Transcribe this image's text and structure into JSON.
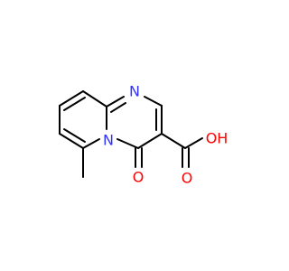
{
  "molecule": {
    "atoms": {
      "n_top": {
        "label": "N",
        "color": "#3333ff"
      },
      "n_fused": {
        "label": "N",
        "color": "#3333ff"
      },
      "o_ketone": {
        "label": "O",
        "color": "#ff0000"
      },
      "o_carbonyl": {
        "label": "O",
        "color": "#ff0000"
      },
      "oh": {
        "label": "OH",
        "color": "#ff0000"
      }
    },
    "bond_color": "#000000"
  }
}
